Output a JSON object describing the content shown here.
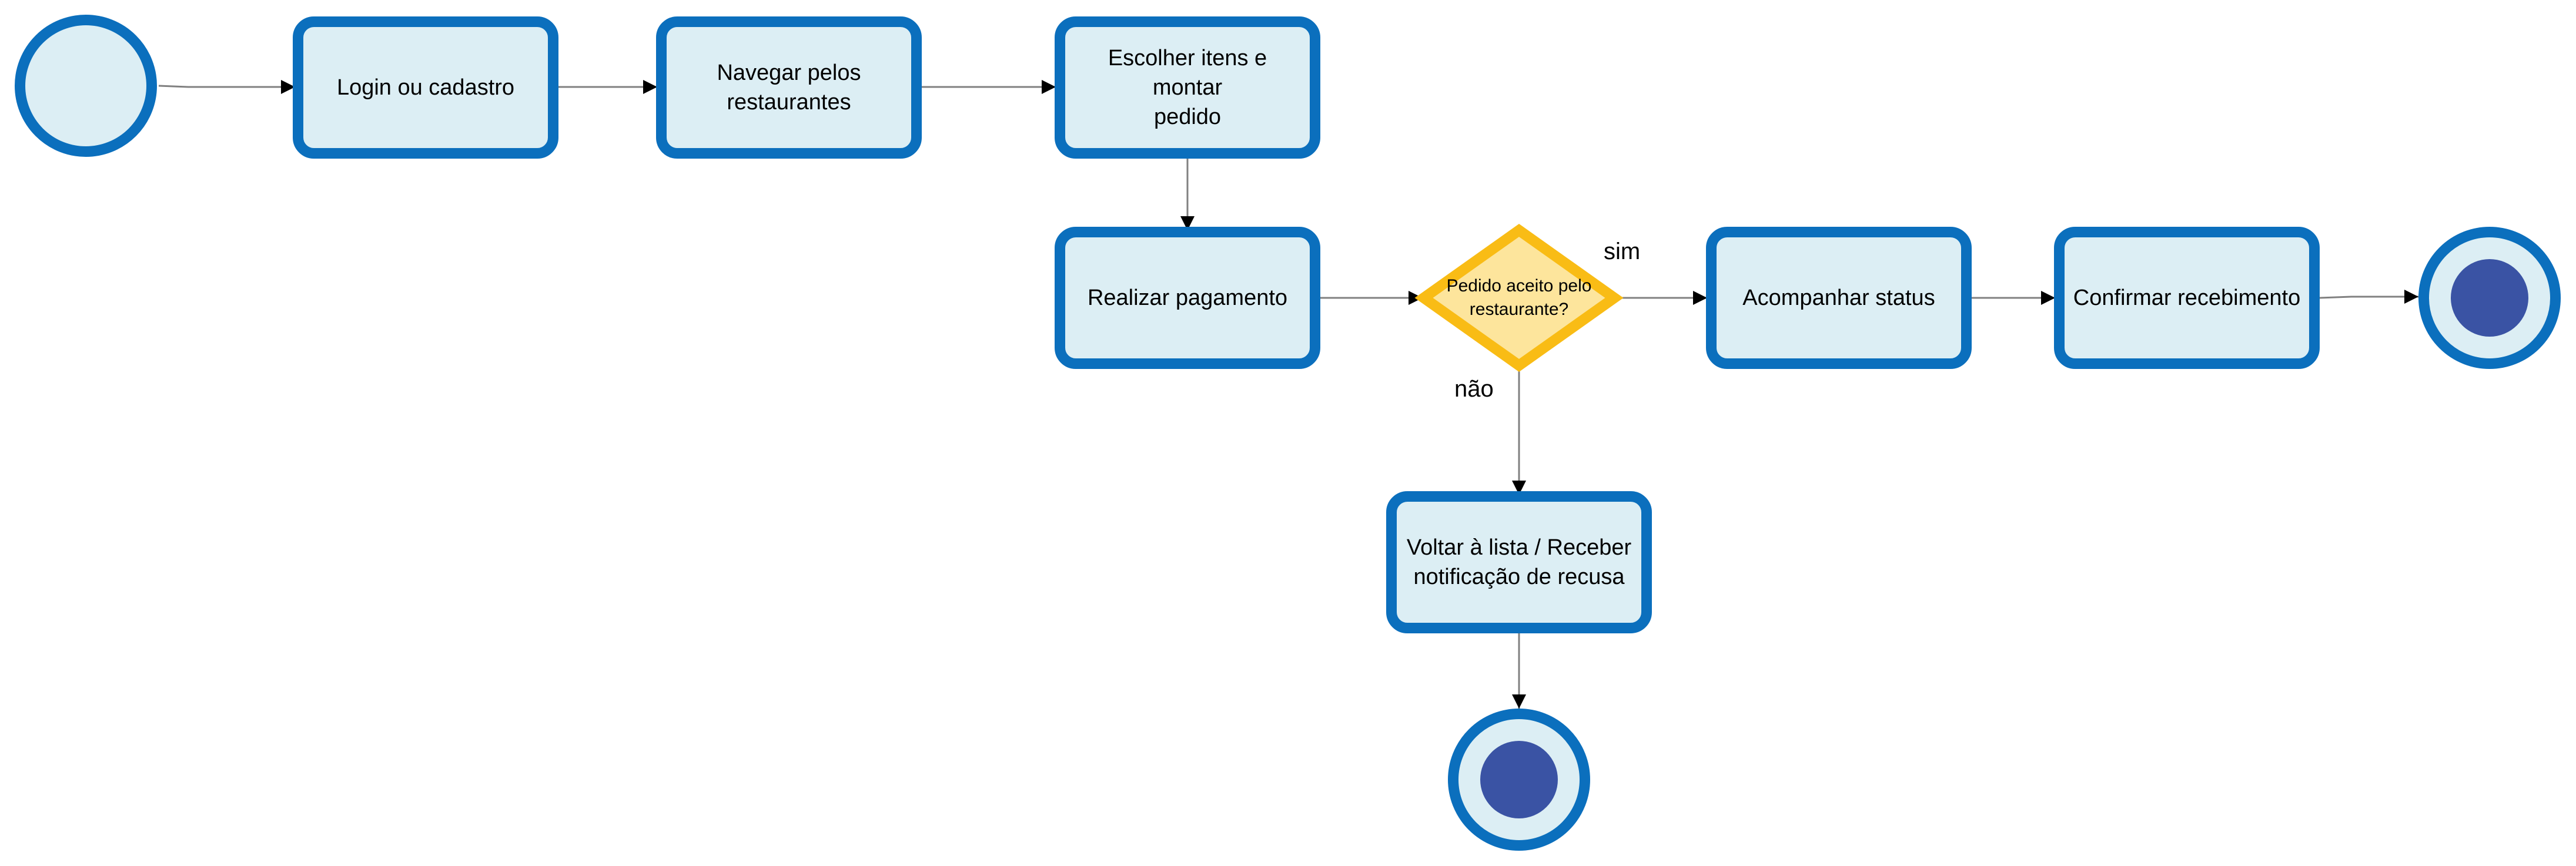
{
  "colors": {
    "task_border": "#0b6fbd",
    "task_fill": "#dceef4",
    "gateway_border": "#f9bc15",
    "gateway_fill": "#fde59c",
    "end_inner": "#3a53a4",
    "edge": "#808080"
  },
  "tasks": {
    "login": "Login ou cadastro",
    "browse": "Navegar pelos\nrestaurantes",
    "choose": "Escolher itens e montar\npedido",
    "pay": "Realizar pagamento",
    "track": "Acompanhar status",
    "confirm": "Confirmar recebimento",
    "back": "Voltar à lista / Receber\nnotificação de recusa"
  },
  "gateway": {
    "question": "Pedido aceito pelo\nrestaurante?",
    "yes_label": "sim",
    "no_label": "não"
  }
}
